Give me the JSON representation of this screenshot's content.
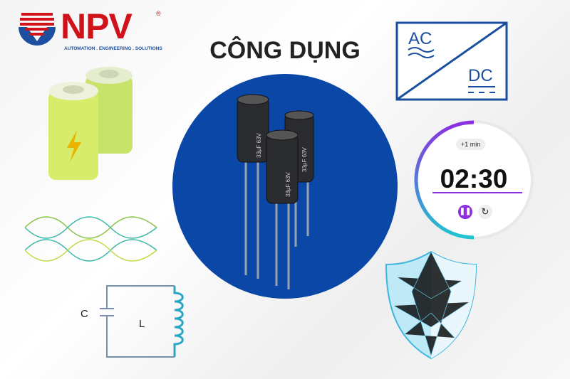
{
  "logo": {
    "name": "NPV",
    "registered": "®",
    "tagline": "AUTOMATION . ENGINEERING . SOLUTIONS"
  },
  "title": "CÔNG DỤNG",
  "capacitor_label": "33µF 63V",
  "acdc": {
    "ac": "AC",
    "dc": "DC"
  },
  "timer": {
    "add": "+1 min",
    "time": "02:30",
    "progress": 0.5,
    "pause_icon": "pause-icon",
    "reset_icon": "reset-icon"
  },
  "circuit": {
    "c": "C",
    "l": "L"
  },
  "colors": {
    "brand_red": "#d0121b",
    "brand_blue": "#1c4fa0",
    "circle_blue": "#0a47a6",
    "timer_accent": "#8b2fe0"
  }
}
